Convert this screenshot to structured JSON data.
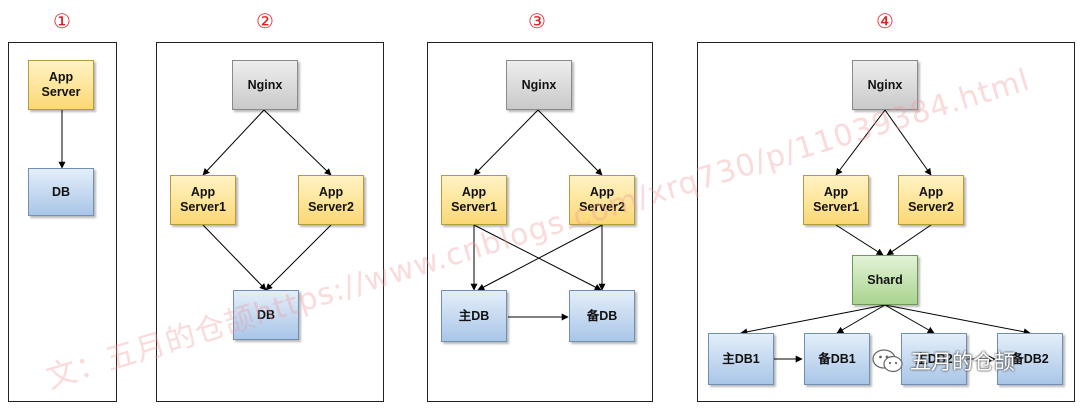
{
  "panels": [
    {
      "label": "①"
    },
    {
      "label": "②"
    },
    {
      "label": "③"
    },
    {
      "label": "④"
    }
  ],
  "nodes": {
    "p1_app": "App\nServer",
    "p1_db": "DB",
    "p2_nginx": "Nginx",
    "p2_app1": "App\nServer1",
    "p2_app2": "App\nServer2",
    "p2_db": "DB",
    "p3_nginx": "Nginx",
    "p3_app1": "App\nServer1",
    "p3_app2": "App\nServer2",
    "p3_master": "主DB",
    "p3_backup": "备DB",
    "p4_nginx": "Nginx",
    "p4_app1": "App\nServer1",
    "p4_app2": "App\nServer2",
    "p4_shard": "Shard",
    "p4_master1": "主DB1",
    "p4_backup1": "备DB1",
    "p4_master2": "主DB2",
    "p4_backup2": "备DB2"
  },
  "watermark": {
    "text": "文：五月的仓颉https://www.cnblogs.com/xrq730/p/11039384.html"
  },
  "wechat_badge": {
    "text": "五月的仓颉",
    "icon": "wechat-icon"
  },
  "colors": {
    "panel_label": "#e02020",
    "app_server": "#fbd876",
    "db": "#a9c6e8",
    "nginx": "#c9c9c9",
    "shard": "#a9d48e"
  }
}
